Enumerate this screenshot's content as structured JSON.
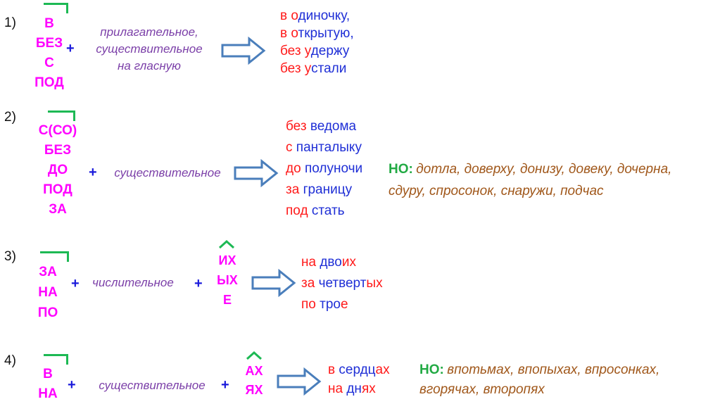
{
  "items": [
    {
      "number": "1)",
      "prefixes": [
        "В",
        "БЕЗ",
        "С",
        "ПОД"
      ],
      "plus": "+",
      "description": [
        "прилагательное,",
        "существительное",
        "на гласную"
      ],
      "examples": [
        {
          "p": "в о",
          "r": "диночку,"
        },
        {
          "p": "в о",
          "r": "ткрытую,"
        },
        {
          "p": "без у",
          "r": "держу"
        },
        {
          "p": "без у",
          "r": "стали"
        }
      ]
    },
    {
      "number": "2)",
      "prefixes": [
        "С(СО)",
        "БЕЗ",
        "ДО",
        "ПОД",
        "ЗА"
      ],
      "plus": "+",
      "description": [
        "существительное"
      ],
      "examples": [
        {
          "p": "без ",
          "r": "ведома"
        },
        {
          "p": "с ",
          "r": "панталыку"
        },
        {
          "p": "до ",
          "r": "полуночи"
        },
        {
          "p": "за ",
          "r": "границу"
        },
        {
          "p": "под ",
          "r": "стать"
        }
      ],
      "no_label": "НО:",
      "no_text": [
        "дотла, доверху, донизу, довеку, дочерна,",
        "сдуру, спросонок, снаружи, подчас"
      ]
    },
    {
      "number": "3)",
      "prefixes": [
        "ЗА",
        "НА",
        "ПО"
      ],
      "plus": "+",
      "description": [
        "числительное"
      ],
      "plus2": "+",
      "suffixes": [
        "ИХ",
        "ЫХ",
        "Е"
      ],
      "examples": [
        {
          "p": "на ",
          "r": "дво",
          "s": "их"
        },
        {
          "p": "за ",
          "r": "четверт",
          "s": "ых"
        },
        {
          "p": "по ",
          "r": "тро",
          "s": "е"
        }
      ]
    },
    {
      "number": "4)",
      "prefixes": [
        "В",
        "НА"
      ],
      "plus": "+",
      "description": [
        "существительное"
      ],
      "plus2": "+",
      "suffixes": [
        "АХ",
        "ЯХ"
      ],
      "examples": [
        {
          "p": "в ",
          "r": "сердц",
          "s": "ах"
        },
        {
          "p": "на ",
          "r": "дн",
          "s": "ях"
        }
      ],
      "no_label": "НО:",
      "no_text": [
        "впотьмах, впопыхах, впросонках,",
        "вгорячах, второпях"
      ]
    }
  ],
  "colors": {
    "prefix": "#ff00ff",
    "plus": "#1a1adb",
    "description": "#7b3fa8",
    "red": "#ff1a1a",
    "blue": "#1f2fd6",
    "no_label": "#22aa44",
    "no_text": "#a0571a",
    "bracket": "#1db954",
    "arrow": "#4a7ebb"
  },
  "icons": {
    "arrow": "hollow-right-arrow-icon",
    "bracket": "prefix-bracket-icon",
    "hat": "suffix-arc-icon"
  }
}
